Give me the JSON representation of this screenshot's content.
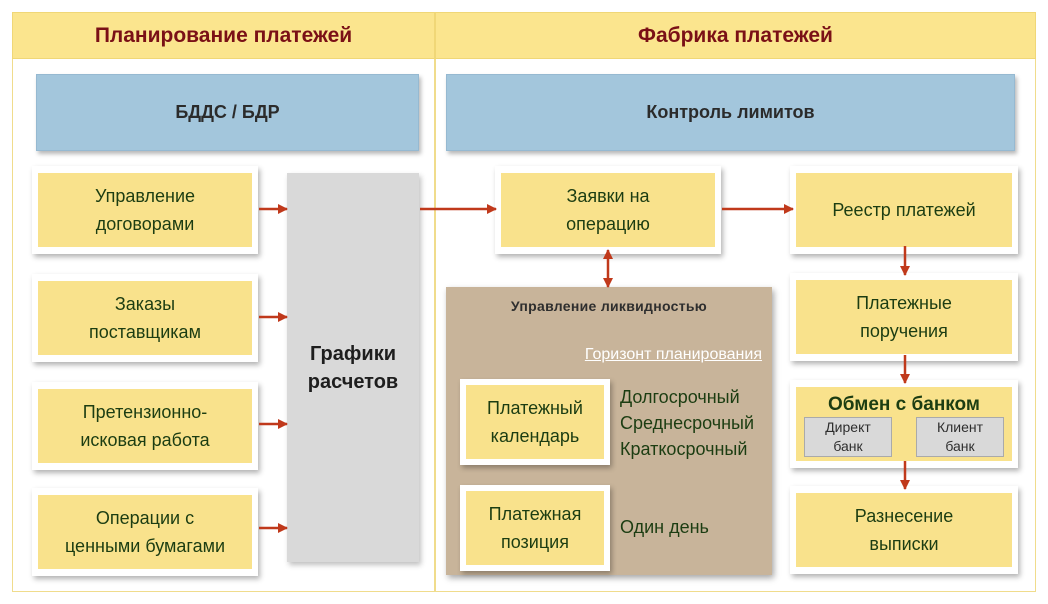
{
  "headers": {
    "left": "Планирование платежей",
    "right": "Фабрика платежей"
  },
  "left": {
    "banner": "БДДС / БДР",
    "items": [
      "Управление договорами",
      "Заказы поставщикам",
      "Претензионно-исковая работа",
      "Операции с ценными бумагами"
    ],
    "center_box": "Графики расчетов"
  },
  "right": {
    "banner": "Контроль лимитов",
    "requests": "Заявки на операцию",
    "registry": "Реестр платежей",
    "payment_orders": "Платежные поручения",
    "bank_exchange": {
      "title": "Обмен с банком",
      "direct": "Директ банк",
      "client": "Клиент банк"
    },
    "statement": "Разнесение выписки",
    "liquidity": {
      "title": "Управление ликвидностью",
      "horizon_label": "Горизонт планирования",
      "calendar": "Платежный календарь",
      "terms": [
        "Долгосрочный",
        "Среднесрочный",
        "Краткосрочный"
      ],
      "position": "Платежная позиция",
      "one_day": "Один день"
    }
  },
  "colors": {
    "header_bg": "#fbe58e",
    "header_text": "#7a1016",
    "banner_bg": "#a3c6dc",
    "box_bg": "#f9e28c",
    "box_text": "#1c3d12",
    "center_bg": "#d9d9d9",
    "liquidity_bg": "#c8b49a",
    "arrow": "#c0391b"
  }
}
